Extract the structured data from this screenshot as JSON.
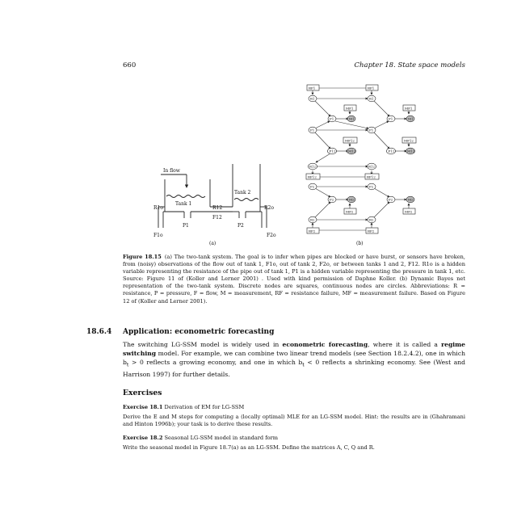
{
  "header": {
    "page_number": "660",
    "chapter": "Chapter 18.   State space models"
  },
  "figure": {
    "panel_a": {
      "label": "(a)",
      "inflow": "In flow",
      "tank1": "Tank 1",
      "tank2": "Tank 2",
      "r1o": "R1o",
      "r12": "R12",
      "f12": "F12",
      "r2o": "R2o",
      "p1": "P1",
      "p2": "P2",
      "f1o": "F1o",
      "f2o": "F2o"
    },
    "panel_b": {
      "label": "(b)",
      "rf1": "RF1",
      "r1": "R1",
      "mf1": "MF1",
      "f1": "F1",
      "m1": "M1",
      "p1": "P1",
      "mf12": "MF12",
      "f12": "F12",
      "m12": "M12",
      "r12": "R12",
      "rf12": "RF12",
      "p2": "P2",
      "mf2": "MF2",
      "f2": "F2",
      "m2": "M2",
      "r2": "R2",
      "rf2": "RF2"
    }
  },
  "caption": {
    "label": "Figure 18.15",
    "text": "(a) The two-tank system. The goal is to infer when pipes are blocked or have burst, or sensors have broken, from (noisy) observations of the flow out of tank 1, F1o, out of tank 2, F2o, or between tanks 1 and 2, F12. R1o is a hidden variable representing the resistance of the pipe out of tank 1, P1 is a hidden variable representing the pressure in tank 1, etc. Source: Figure 11 of (Koller and Lerner 2001) . Used with kind permission of Daphne Koller. (b) Dynamic Bayes net representation of the two-tank system. Discrete nodes are squares, continuous nodes are circles. Abbreviations: R = resistance, P = pressure, F = flow, M = measurement, RF = resistance failure, MF = measurement failure. Based on Figure 12 of (Koller and Lerner 2001)."
  },
  "section": {
    "number": "18.6.4",
    "title": "Application: econometric forecasting",
    "p1": "The switching LG-SSM model is widely used in ",
    "term1": "econometric forecasting",
    "p2": ", where it is called a ",
    "term2": "regime switching",
    "p3": " model. For example, we can combine two linear trend models (see Section 18.2.4.2), one in which b",
    "p4": " > 0 reflects a growing economy, and one in which b",
    "p5": " < 0 reflects a shrinking economy. See (West and Harrison 1997) for further details.",
    "sub_t": "t"
  },
  "exercises": {
    "heading": "Exercises",
    "ex1_label": "Exercise 18.1",
    "ex1_title": "Derivation of EM for LG-SSM",
    "ex1_body": "Derive the E and M steps for computing a (locally optimal) MLE for an LG-SSM model. Hint: the results are in (Ghahramani and Hinton 1996b); your task is to derive these results.",
    "ex2_label": "Exercise 18.2",
    "ex2_title": "Seasonal LG-SSM model in standard form",
    "ex2_body": "Write the seasonal model in Figure 18.7(a) as an LG-SSM. Define the matrices A, C, Q and R."
  }
}
